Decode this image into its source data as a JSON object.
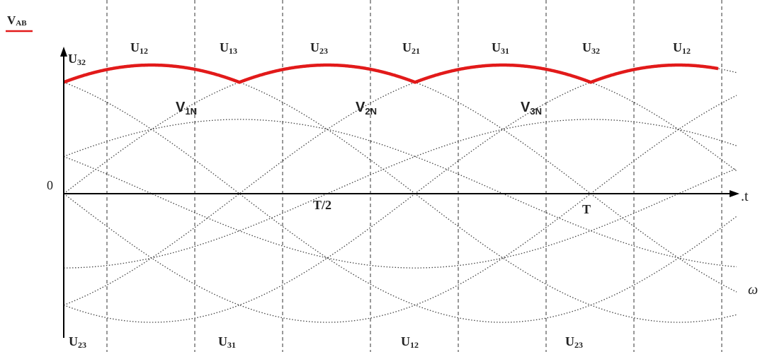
{
  "diagram": {
    "legend": {
      "label": "V",
      "sub": "AB",
      "swatch_color": "#e21a1a"
    },
    "axis": {
      "origin_label": "0",
      "x_label": ".t",
      "half_period_label": "T/2",
      "period_label": "T",
      "edge_glyph": "ω"
    },
    "top_labels": [
      {
        "main": "U",
        "sub": "32"
      },
      {
        "main": "U",
        "sub": "12"
      },
      {
        "main": "U",
        "sub": "13"
      },
      {
        "main": "U",
        "sub": "23"
      },
      {
        "main": "U",
        "sub": "21"
      },
      {
        "main": "U",
        "sub": "31"
      },
      {
        "main": "U",
        "sub": "32"
      },
      {
        "main": "U",
        "sub": "12"
      }
    ],
    "phase_labels": [
      {
        "main": "V",
        "sub": "1N"
      },
      {
        "main": "V",
        "sub": "2N"
      },
      {
        "main": "V",
        "sub": "3N"
      }
    ],
    "bottom_labels": [
      {
        "main": "U",
        "sub": "23"
      },
      {
        "main": "U",
        "sub": "31"
      },
      {
        "main": "U",
        "sub": "12"
      },
      {
        "main": "U",
        "sub": "23"
      }
    ],
    "envelope_color": "#e21a1a",
    "curve_color": "#444444",
    "grid_color": "#333333"
  }
}
